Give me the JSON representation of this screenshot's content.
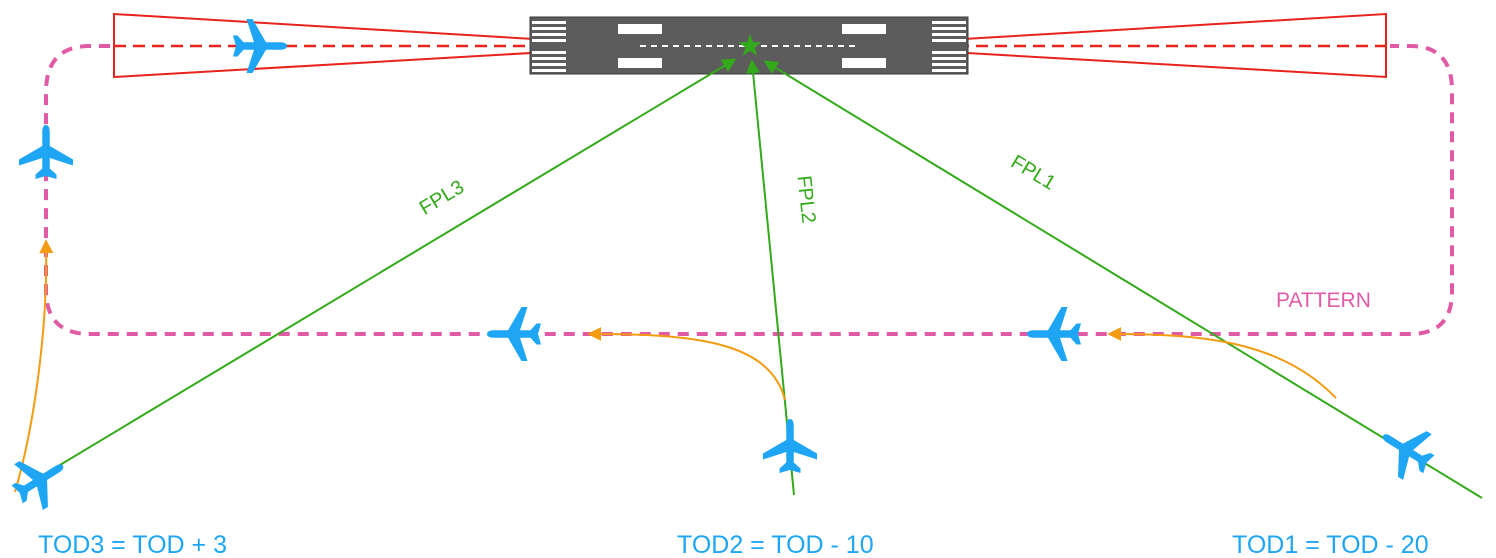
{
  "labels": {
    "fpl1": "FPL1",
    "fpl2": "FPL2",
    "fpl3": "FPL3",
    "pattern": "PATTERN",
    "tod1": "TOD1 = TOD - 20",
    "tod2": "TOD2 = TOD - 10",
    "tod3": "TOD3 = TOD + 3"
  },
  "colors": {
    "flight_plan": "#33aa1a",
    "pattern": "#e05aa6",
    "approach_cone": "#e8231c",
    "transition": "#f39c12",
    "aircraft": "#1ea6f5",
    "runway": "#5c5c5c",
    "tod_text": "#1ea6f5"
  },
  "icons": {
    "aircraft": "airplane-icon",
    "runway_target": "star-icon"
  }
}
